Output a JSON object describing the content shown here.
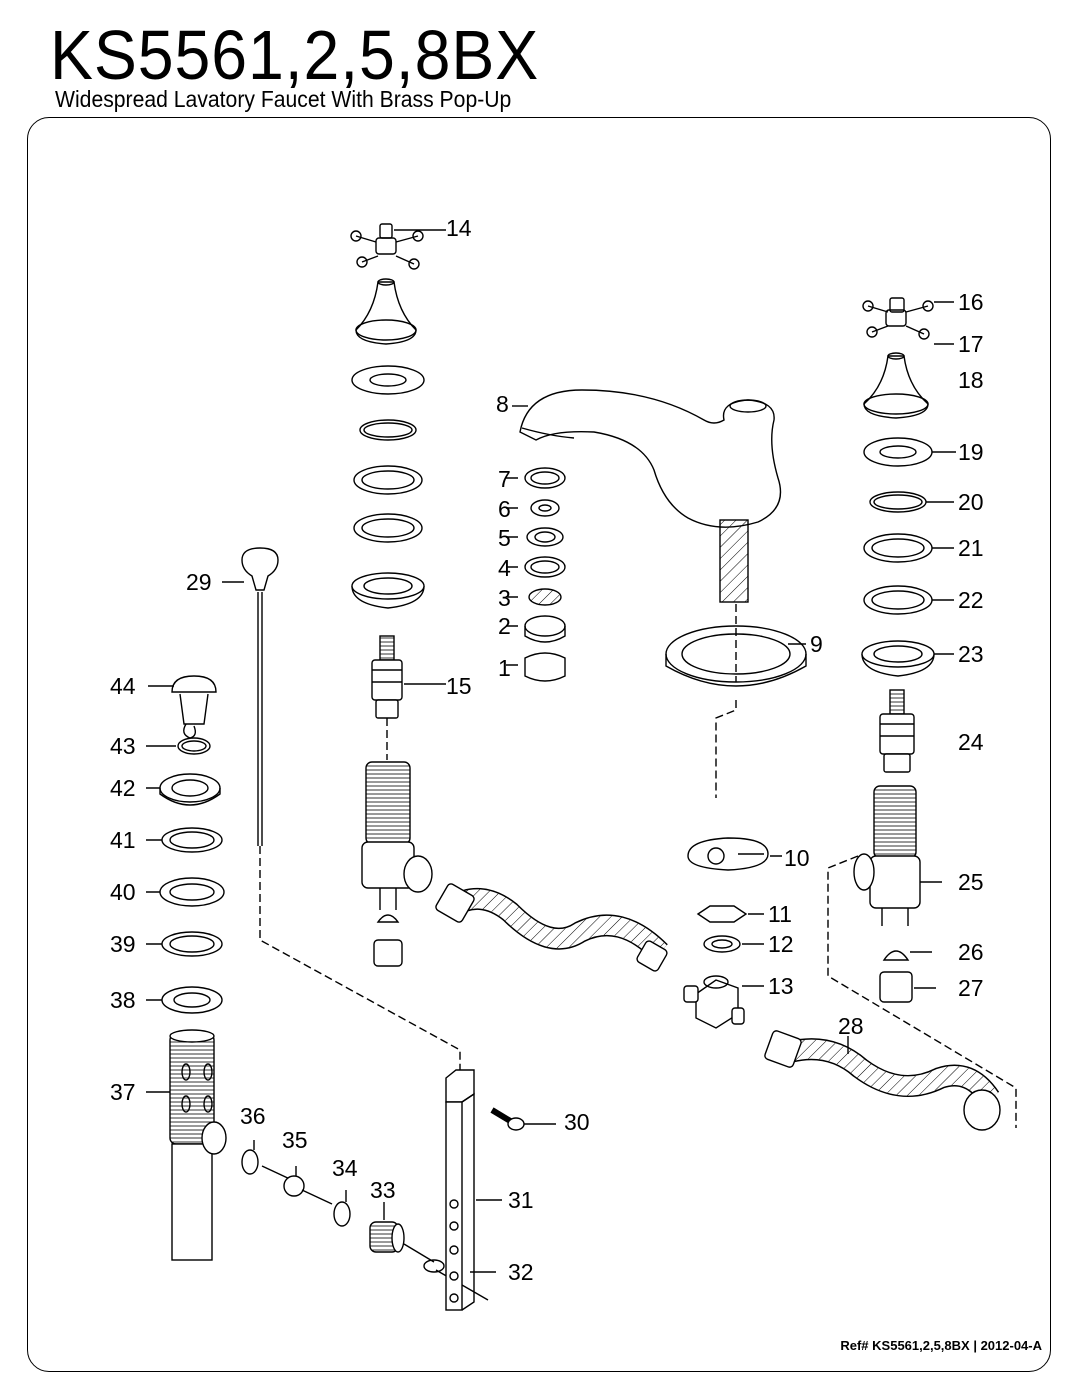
{
  "title": "KS5561,2,5,8BX",
  "subtitle": "Widespread Lavatory Faucet With Brass Pop-Up",
  "reference": "Ref# KS5561,2,5,8BX | 2012-04-A",
  "callouts": [
    "1",
    "2",
    "3",
    "4",
    "5",
    "6",
    "7",
    "8",
    "9",
    "10",
    "11",
    "12",
    "13",
    "14",
    "15",
    "16",
    "17",
    "18",
    "19",
    "20",
    "21",
    "22",
    "23",
    "24",
    "25",
    "26",
    "27",
    "28",
    "29",
    "30",
    "31",
    "32",
    "33",
    "34",
    "35",
    "36",
    "37",
    "38",
    "39",
    "40",
    "41",
    "42",
    "43",
    "44"
  ]
}
